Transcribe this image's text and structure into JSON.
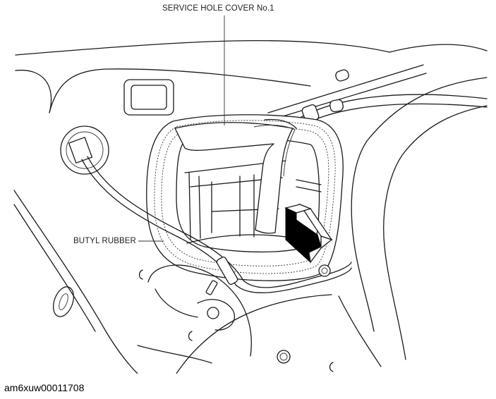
{
  "labels": {
    "service_hole_cover": "SERVICE HOLE COVER No.1",
    "butyl_rubber": "BUTYL RUBBER"
  },
  "caption": "am6xuw00011708",
  "colors": {
    "line": "#1a1a1a",
    "arrow": "#000000",
    "background": "#ffffff"
  }
}
